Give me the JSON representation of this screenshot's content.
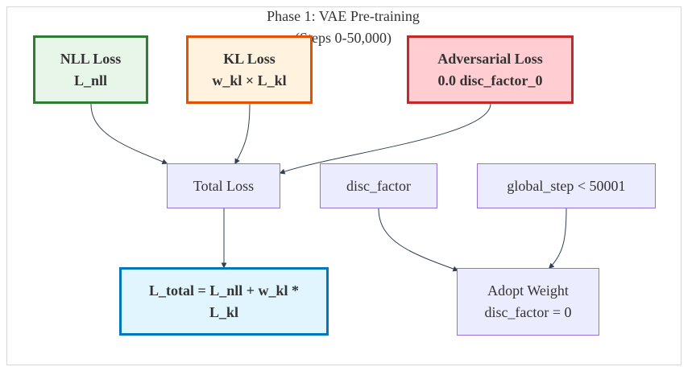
{
  "diagram": {
    "title_line1": "Phase 1: VAE Pre-training",
    "title_line2": "(Steps 0-50,000)",
    "nodes": {
      "nll": {
        "line1": "NLL Loss",
        "line2": "L_nll",
        "fill": "#e8f5e9",
        "stroke": "#2e7d32"
      },
      "kl": {
        "line1": "KL Loss",
        "line2": "w_kl × L_kl",
        "fill": "#fff3e0",
        "stroke": "#e65100"
      },
      "adv": {
        "line1": "Adversarial Loss",
        "line2": "0.0 disc_factor_0",
        "fill": "#ffcdd2",
        "stroke": "#c62828"
      },
      "total": {
        "label": "Total Loss"
      },
      "disc": {
        "label": "disc_factor"
      },
      "step": {
        "label": "global_step < 50001"
      },
      "ltotal": {
        "line1": "L_total = L_nll + w_kl *",
        "line2": "L_kl",
        "fill": "#e1f5fe",
        "stroke": "#0277bd"
      },
      "adopt": {
        "line1": "Adopt Weight",
        "line2": "disc_factor = 0"
      }
    },
    "colors": {
      "edge": "#2f3f55",
      "plain_fill": "#ececff",
      "plain_stroke": "#9370db"
    }
  }
}
